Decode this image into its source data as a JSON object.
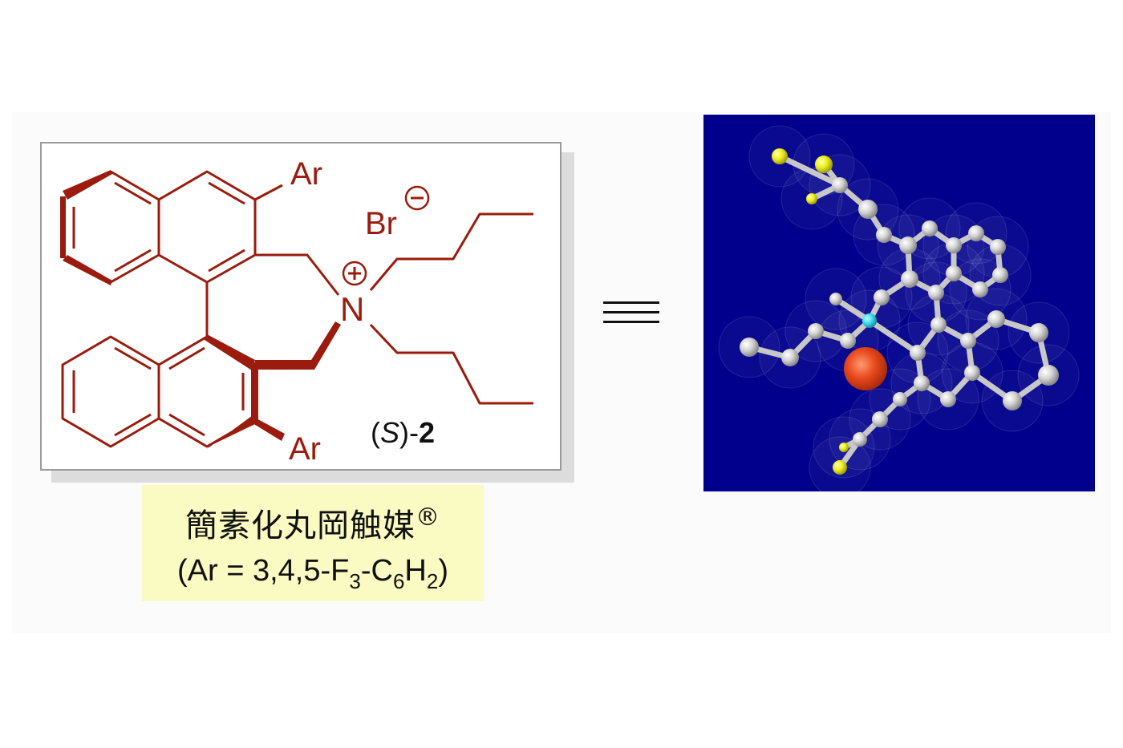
{
  "structure": {
    "ar_top": "Ar",
    "ar_bottom": "Ar",
    "counter_ion": "Br",
    "nitrogen": "N",
    "compound_prefix": "(",
    "compound_stereo": "S",
    "compound_mid": ")-",
    "compound_number": "2"
  },
  "caption": {
    "name": "簡素化丸岡触媒",
    "registered_mark": "®",
    "formula_parts": [
      "(Ar = 3,4,5-F",
      "3",
      "-C",
      "6",
      "H",
      "2",
      ")"
    ]
  },
  "equivalence_symbol": "≡",
  "colors": {
    "structure": "#9b1b0e",
    "model_background": "#00008c",
    "carbon": "#d8d8d8",
    "fluorine": "#f0f020",
    "nitrogen": "#40e0f0",
    "bromide": "#e8481c",
    "caption_background": "#fafac3"
  }
}
